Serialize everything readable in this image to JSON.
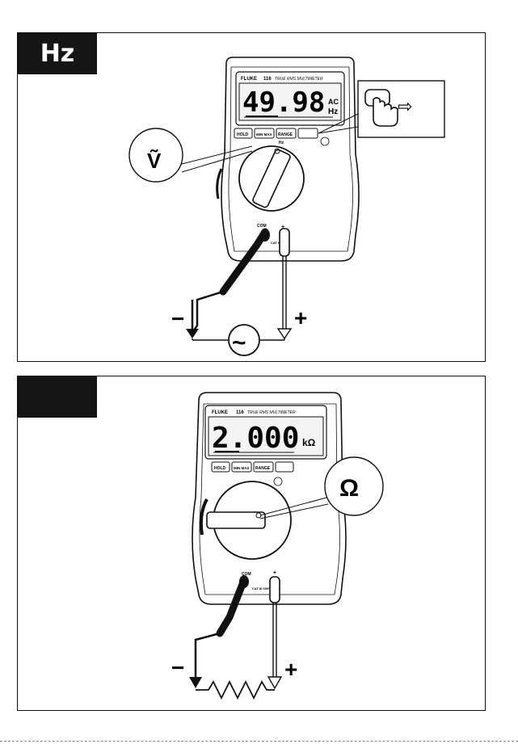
{
  "panels": {
    "top": {
      "tag": "Hz",
      "brand": "FLUKE",
      "model": "116",
      "model_subtitle": "TRUE RMS MULTIMETER",
      "display_value": "49.98",
      "display_unit_top": "AC",
      "display_unit_bottom": "Hz",
      "buttons": [
        "HOLD",
        "MIN MAX",
        "RANGE"
      ],
      "dial_symbol": "Ṽ",
      "dial_function": "Hz",
      "jack_com": "COM",
      "jack_plus": "+",
      "cat_rating": "CAT III 600V",
      "lead_minus": "−",
      "lead_plus": "+",
      "source_symbol": "~",
      "press_arrow": "⇨"
    },
    "bottom": {
      "tag": "",
      "brand": "FLUKE",
      "model": "116",
      "model_subtitle": "TRUE RMS MULTIMETER",
      "display_value": "2.000",
      "display_unit": "kΩ",
      "buttons": [
        "HOLD",
        "MIN MAX",
        "RANGE"
      ],
      "dial_symbol": "Ω",
      "jack_com": "COM",
      "jack_plus": "+",
      "cat_rating": "CAT III 600V",
      "lead_minus": "−",
      "lead_plus": "+"
    }
  }
}
